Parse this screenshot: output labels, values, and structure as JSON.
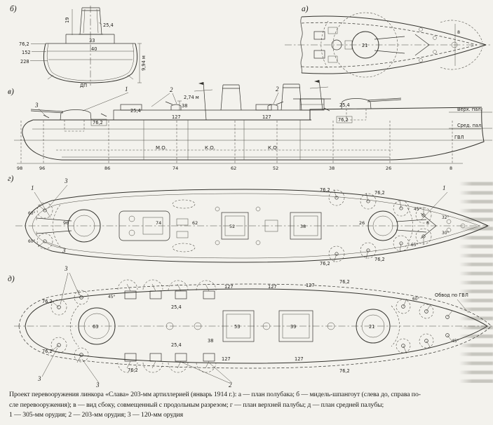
{
  "caption": {
    "line1": "Проект перевооружения линкора «Слава» 203-мм артиллерией (январь 1914 г.): а — план полубака; б — мидель-шпангоут (слева до, справа по-",
    "line2": "сле перевооружения); в — вид сбоку, совмещенный с продольным разрезом; г — план верхней палубы; д — план средней палубы;",
    "line3": "1 — 305-мм орудия; 2 — 203-мм орудия; 3 — 120-мм орудия"
  },
  "view_labels": {
    "a": "а)",
    "b": "б)",
    "v": "в)",
    "g": "г)",
    "d": "д)"
  },
  "dims": {
    "d19": "19",
    "d25_4": "25,4",
    "d33": "33",
    "d40": "40",
    "d76_2": "76,2",
    "d152": "152",
    "d228": "228",
    "d9_94": "9,94 м",
    "d2_74": "2,74 м",
    "d38": "38",
    "d127": "127"
  },
  "callouts": {
    "c1": "1",
    "c2": "2",
    "c3": "3"
  },
  "angles": {
    "a30": "30°",
    "a32": "32°",
    "a45": "45°",
    "a60": "60°",
    "a65": "65°"
  },
  "frames": {
    "f98": "98",
    "f96": "96",
    "f86": "86",
    "f74": "74",
    "f62": "62",
    "f52": "52",
    "f38": "38",
    "f26": "26",
    "f8": "8",
    "f21": "21",
    "f63": "63",
    "f53": "53",
    "f39": "39"
  },
  "texts": {
    "dp": "ДП",
    "mo": "М.О.",
    "ko": "К.О.",
    "verh_pal": "Верх. пал.",
    "sred_pal": "Сред. пал.",
    "gvl": "ГВЛ",
    "obvod_gvl": "Обвод по ГВЛ"
  }
}
